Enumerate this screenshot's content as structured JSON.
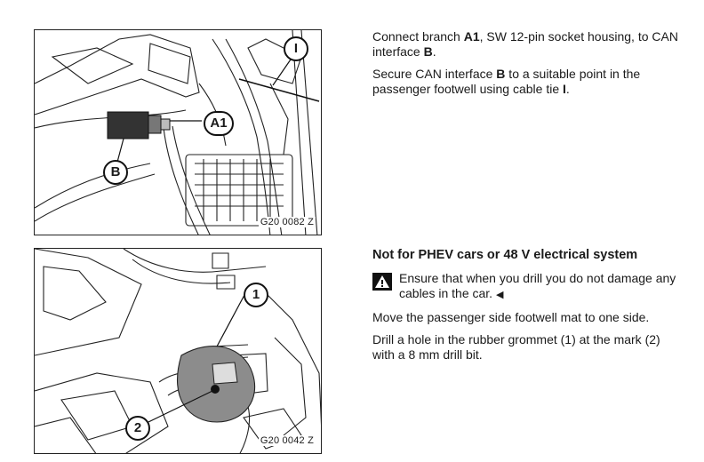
{
  "figure_1": {
    "code": "G20 0082 Z",
    "callouts": {
      "a1": "A1",
      "b": "B",
      "i": "I"
    }
  },
  "figure_2": {
    "code": "G20 0042 Z",
    "callouts": {
      "one": "1",
      "two": "2"
    }
  },
  "step_1": {
    "p1_pre": "Connect branch ",
    "p1_b1": "A1",
    "p1_mid": ", SW 12-pin socket housing, to CAN interface ",
    "p1_b2": "B",
    "p1_end": ".",
    "p2_pre": "Secure CAN interface ",
    "p2_b1": "B",
    "p2_mid": " to a suitable point in the passenger footwell using cable tie ",
    "p2_b2": "I",
    "p2_end": "."
  },
  "step_2": {
    "heading": "Not for PHEV cars or 48 V electrical system",
    "warning_text": "Ensure that when you drill you do not damage any cables in the car.",
    "warning_end_mark": "◀",
    "p1": "Move the passenger side footwell mat to one side.",
    "p2": "Drill a hole in the rubber grommet (1) at the mark (2) with a 8 mm drill bit."
  },
  "icons": {
    "warning": "warning-triangle-icon"
  }
}
